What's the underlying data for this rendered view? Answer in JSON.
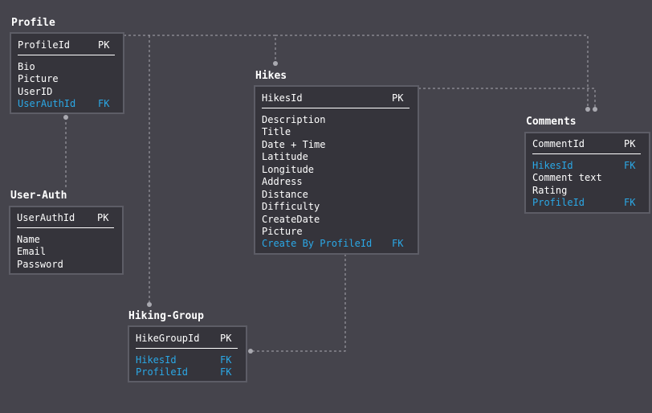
{
  "colors": {
    "background": "#45444c",
    "table_fill": "#35343b",
    "table_border": "#5d5d66",
    "text": "#ffffff",
    "foreign_key": "#2ba8e6",
    "connector": "#a9a9b0"
  },
  "entities": {
    "profile": {
      "title": "Profile",
      "pk": {
        "name": "ProfileId",
        "key": "PK"
      },
      "fields": [
        {
          "name": "Bio",
          "key": ""
        },
        {
          "name": "Picture",
          "key": ""
        },
        {
          "name": "UserID",
          "key": ""
        },
        {
          "name": "UserAuthId",
          "key": "FK"
        }
      ]
    },
    "user_auth": {
      "title": "User-Auth",
      "pk": {
        "name": "UserAuthId",
        "key": "PK"
      },
      "fields": [
        {
          "name": "Name",
          "key": ""
        },
        {
          "name": "Email",
          "key": ""
        },
        {
          "name": "Password",
          "key": ""
        }
      ]
    },
    "hikes": {
      "title": "Hikes",
      "pk": {
        "name": "HikesId",
        "key": "PK"
      },
      "fields": [
        {
          "name": "Description",
          "key": ""
        },
        {
          "name": "Title",
          "key": ""
        },
        {
          "name": "Date + Time",
          "key": ""
        },
        {
          "name": "Latitude",
          "key": ""
        },
        {
          "name": "Longitude",
          "key": ""
        },
        {
          "name": "Address",
          "key": ""
        },
        {
          "name": "Distance",
          "key": ""
        },
        {
          "name": "Difficulty",
          "key": ""
        },
        {
          "name": "CreateDate",
          "key": ""
        },
        {
          "name": "Picture",
          "key": ""
        },
        {
          "name": "Create By ProfileId",
          "key": "FK"
        }
      ]
    },
    "comments": {
      "title": "Comments",
      "pk": {
        "name": "CommentId",
        "key": "PK"
      },
      "fields": [
        {
          "name": "HikesId",
          "key": "FK"
        },
        {
          "name": "Comment text",
          "key": ""
        },
        {
          "name": "Rating",
          "key": ""
        },
        {
          "name": "ProfileId",
          "key": "FK"
        }
      ]
    },
    "hiking_group": {
      "title": "Hiking-Group",
      "pk": {
        "name": "HikeGroupId",
        "key": "PK"
      },
      "fields": [
        {
          "name": "HikesId",
          "key": "FK"
        },
        {
          "name": "ProfileId",
          "key": "FK"
        }
      ]
    }
  },
  "relationships": [
    {
      "from": "profile",
      "to": "user_auth"
    },
    {
      "from": "profile",
      "to": "hikes"
    },
    {
      "from": "profile",
      "to": "comments"
    },
    {
      "from": "profile",
      "to": "hiking_group"
    },
    {
      "from": "hikes",
      "to": "comments"
    },
    {
      "from": "hikes",
      "to": "hiking_group"
    }
  ]
}
